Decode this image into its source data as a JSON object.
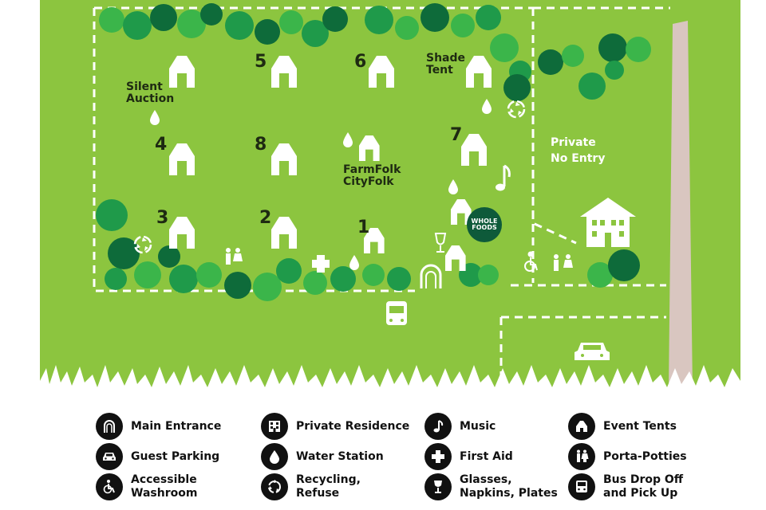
{
  "map_labels": {
    "silent_auction": "Silent\nAuction",
    "shade_tent": "Shade\nTent",
    "farmfolk": "FarmFolk\nCityFolk",
    "private": "Private\nNo Entry",
    "whole_foods": "WHOLE\nFOODS",
    "tents": [
      "5",
      "6",
      "4",
      "8",
      "7",
      "3",
      "2",
      "1"
    ]
  },
  "legend": [
    {
      "label": "Main Entrance",
      "icon": "arch-icon"
    },
    {
      "label": "Private Residence",
      "icon": "house-icon"
    },
    {
      "label": "Music",
      "icon": "music-note-icon"
    },
    {
      "label": "Event Tents",
      "icon": "tent-icon"
    },
    {
      "label": "Guest Parking",
      "icon": "car-icon"
    },
    {
      "label": "Water Station",
      "icon": "water-drop-icon"
    },
    {
      "label": "First Aid",
      "icon": "first-aid-icon"
    },
    {
      "label": "Porta-Potties",
      "icon": "restroom-icon"
    },
    {
      "label": "Accessible\nWashroom",
      "icon": "wheelchair-icon"
    },
    {
      "label": "Recycling,\nRefuse",
      "icon": "recycling-icon"
    },
    {
      "label": "Glasses,\nNapkins, Plates",
      "icon": "wine-glass-icon"
    },
    {
      "label": "Bus Drop Off\nand Pick Up",
      "icon": "bus-icon"
    }
  ],
  "colors": {
    "grass": "#8cc53f",
    "tree_dark": "#0e6b3a",
    "tree_mid": "#1f9a4a",
    "tree_light": "#3bb54a",
    "road": "#d9c6c0",
    "label": "#1e2a12"
  }
}
